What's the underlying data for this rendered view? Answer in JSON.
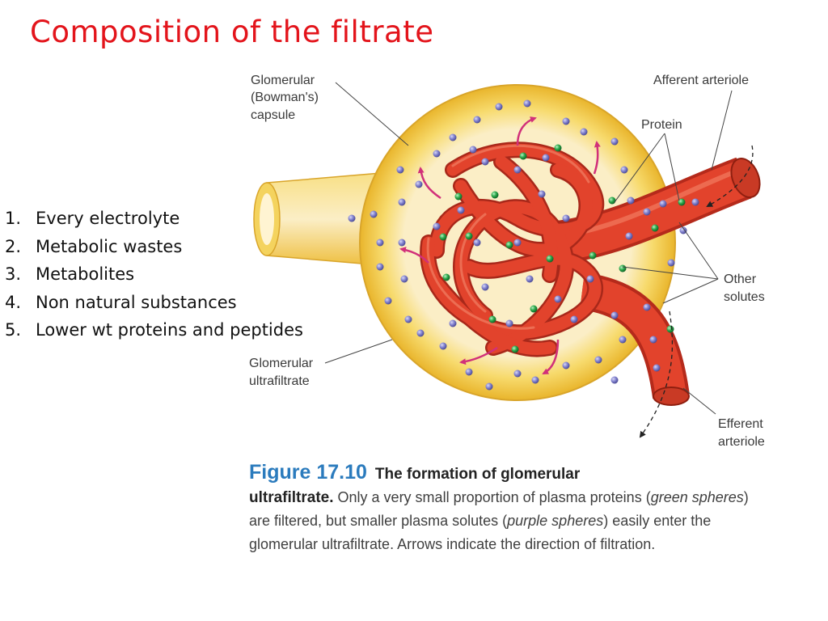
{
  "title": "Composition of the filtrate",
  "items": [
    {
      "number": "1.",
      "text": "Every electrolyte"
    },
    {
      "number": "2.",
      "text": "Metabolic wastes"
    },
    {
      "number": "3.",
      "text": "Metabolites"
    },
    {
      "number": "4.",
      "text": "Non natural substances"
    },
    {
      "number": "5.",
      "text": "Lower wt proteins and peptides"
    }
  ],
  "labels": {
    "capsule": [
      "Glomerular",
      "(Bowman's)",
      "capsule"
    ],
    "afferent": "Afferent arteriole",
    "protein": "Protein",
    "other_solutes": [
      "Other",
      "solutes"
    ],
    "ultrafiltrate": [
      "Glomerular",
      "ultrafiltrate"
    ],
    "efferent": [
      "Efferent",
      "arteriole"
    ]
  },
  "caption": {
    "figure_number": "Figure 17.10",
    "title_part1": "The formation of glomerular",
    "title_part2": "ultrafiltrate.",
    "text1": " Only a very small proportion of plasma proteins (",
    "italic1": "green spheres",
    "text2": ") are filtered, but smaller plasma solutes (",
    "italic2": "purple spheres",
    "text3": ") easily enter the glomerular ultrafiltrate. Arrows indicate the direction of filtration."
  },
  "colors": {
    "title": "#e3141b",
    "capsule": "#f5d24e",
    "capsule_lumen": "#fbeec6",
    "capillary": "#e2432c",
    "protein_sphere": "#1f9a3c",
    "solute_sphere": "#7e7ec9",
    "filtration_arrow": "#d1307a",
    "figure_number": "#2b7bbd"
  }
}
